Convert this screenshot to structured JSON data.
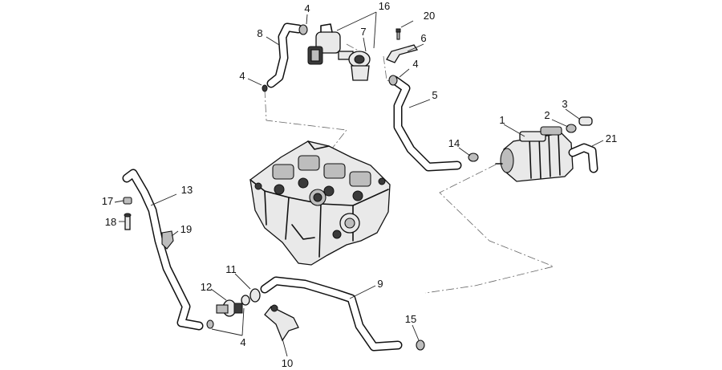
{
  "diagram": {
    "labels": [
      {
        "id": "l16",
        "text": "16"
      },
      {
        "id": "l4a",
        "text": "4"
      },
      {
        "id": "l8",
        "text": "8"
      },
      {
        "id": "l7",
        "text": "7"
      },
      {
        "id": "l20",
        "text": "20"
      },
      {
        "id": "l6",
        "text": "6"
      },
      {
        "id": "l4b",
        "text": "4"
      },
      {
        "id": "l4c",
        "text": "4"
      },
      {
        "id": "l5",
        "text": "5"
      },
      {
        "id": "l3",
        "text": "3"
      },
      {
        "id": "l2",
        "text": "2"
      },
      {
        "id": "l1",
        "text": "1"
      },
      {
        "id": "l21",
        "text": "21"
      },
      {
        "id": "l14",
        "text": "14"
      },
      {
        "id": "l13",
        "text": "13"
      },
      {
        "id": "l17",
        "text": "17"
      },
      {
        "id": "l18",
        "text": "18"
      },
      {
        "id": "l19",
        "text": "19"
      },
      {
        "id": "l11",
        "text": "11"
      },
      {
        "id": "l9",
        "text": "9"
      },
      {
        "id": "l12",
        "text": "12"
      },
      {
        "id": "l15",
        "text": "15"
      },
      {
        "id": "l4d",
        "text": "4"
      },
      {
        "id": "l10",
        "text": "10"
      }
    ]
  }
}
